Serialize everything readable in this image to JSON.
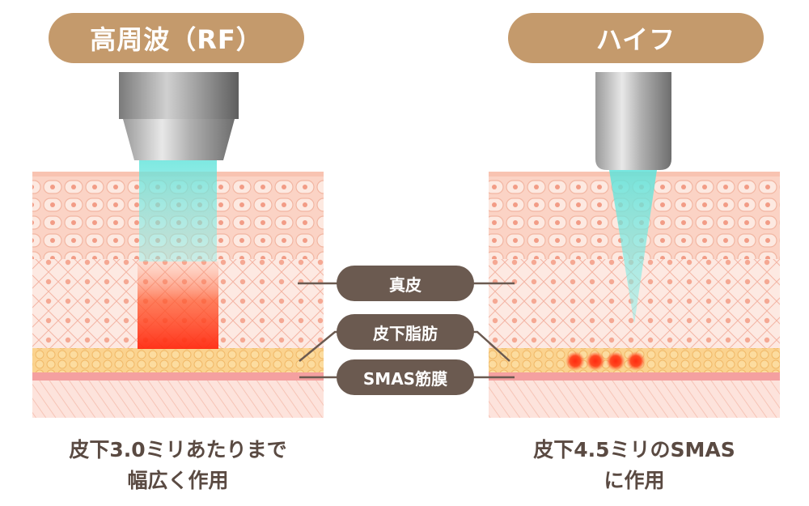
{
  "colors": {
    "pill_tan": "#c49a6c",
    "label_brown": "#6b5a50",
    "caption": "#5a4a42",
    "epidermis_bg": "#fbd6c8",
    "dermis_bg": "#fce6dc",
    "fat": "#fbd08c",
    "smas": "#f4a0a0",
    "muscle": "#fbe0da",
    "beam": "#5fe0d8",
    "heat": "#ff3b1a"
  },
  "left": {
    "title": "高周波（RF）",
    "caption_line1": "皮下3.0ミリあたりまで",
    "caption_line2": "幅広く作用"
  },
  "right": {
    "title": "ハイフ",
    "caption_line1": "皮下4.5ミリのSMAS",
    "caption_line2": "に作用"
  },
  "labels": {
    "dermis": "真皮",
    "subcutaneous_fat": "皮下脂肪",
    "smas": "SMAS筋膜"
  }
}
